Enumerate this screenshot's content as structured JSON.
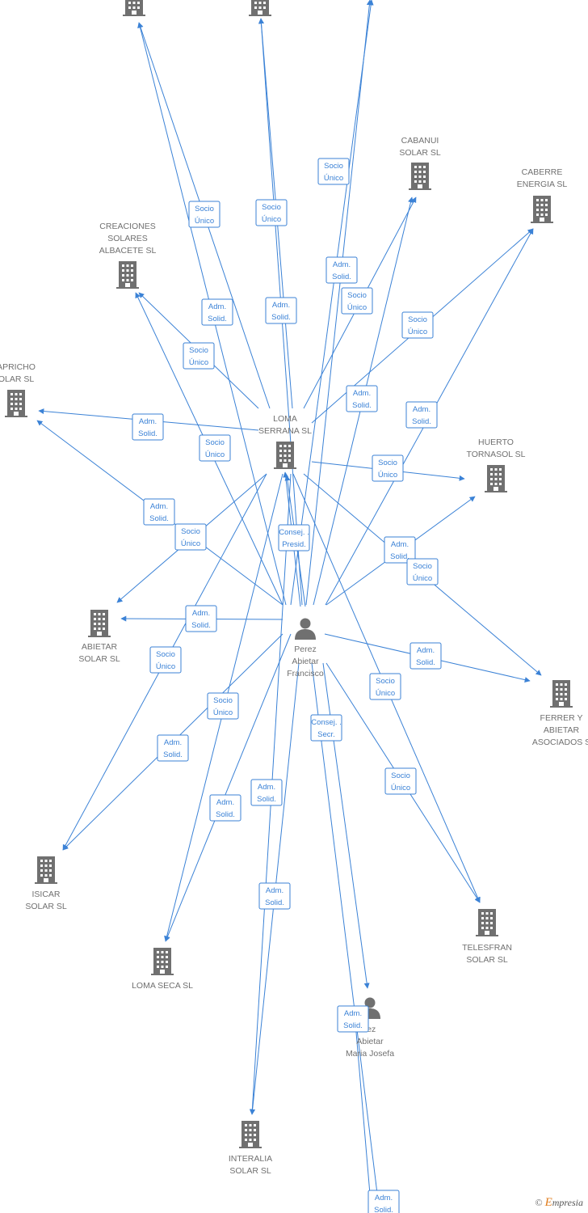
{
  "colors": {
    "edge": "#3b82d6",
    "node": "#707070",
    "label_text": "#707070",
    "brand_orange": "#e07b1a"
  },
  "nodes": [
    {
      "id": "top1",
      "type": "company",
      "label": []
    },
    {
      "id": "top2",
      "type": "company",
      "label": []
    },
    {
      "id": "cabanui",
      "type": "company",
      "label": [
        "CABANUI",
        "SOLAR  SL"
      ]
    },
    {
      "id": "caberre",
      "type": "company",
      "label": [
        "CABERRE",
        "ENERGIA  SL"
      ]
    },
    {
      "id": "creaciones",
      "type": "company",
      "label": [
        "CREACIONES",
        "SOLARES",
        "ALBACETE  SL"
      ]
    },
    {
      "id": "capricho",
      "type": "company",
      "label": [
        "APRICHO",
        "OLAR  SL"
      ]
    },
    {
      "id": "loma_serrana",
      "type": "company",
      "label": [
        "LOMA",
        "SERRANA SL"
      ]
    },
    {
      "id": "huerto",
      "type": "company",
      "label": [
        "HUERTO",
        "TORNASOL  SL"
      ]
    },
    {
      "id": "abietar",
      "type": "company",
      "label": [
        "ABIETAR",
        "SOLAR  SL"
      ]
    },
    {
      "id": "ferrer",
      "type": "company",
      "label": [
        "FERRER Y",
        "ABIETAR",
        "ASOCIADOS  S"
      ]
    },
    {
      "id": "isicar",
      "type": "company",
      "label": [
        "ISICAR",
        "SOLAR  SL"
      ]
    },
    {
      "id": "loma_seca",
      "type": "company",
      "label": [
        "LOMA SECA  SL"
      ]
    },
    {
      "id": "telesfran",
      "type": "company",
      "label": [
        "TELESFRAN",
        "SOLAR  SL"
      ]
    },
    {
      "id": "interalia",
      "type": "company",
      "label": [
        "INTERALIA",
        "SOLAR  SL"
      ]
    },
    {
      "id": "perez_francisco",
      "type": "person",
      "label": [
        "Perez",
        "Abietar",
        "Francisco"
      ]
    },
    {
      "id": "perez_maria",
      "type": "person",
      "label": [
        "rez",
        "Abietar",
        "Maria Josefa"
      ]
    }
  ],
  "edge_labels": [
    {
      "lines": [
        "Socio",
        "Único"
      ]
    },
    {
      "lines": [
        "Socio",
        "Único"
      ]
    },
    {
      "lines": [
        "Socio",
        "Único"
      ]
    },
    {
      "lines": [
        "Adm.",
        "Solid."
      ]
    },
    {
      "lines": [
        "Socio",
        "Único"
      ]
    },
    {
      "lines": [
        "Adm.",
        "Solid."
      ]
    },
    {
      "lines": [
        "Adm.",
        "Solid."
      ]
    },
    {
      "lines": [
        "Socio",
        "Único"
      ]
    },
    {
      "lines": [
        "Socio",
        "Único"
      ]
    },
    {
      "lines": [
        "Adm.",
        "Solid."
      ]
    },
    {
      "lines": [
        "Adm.",
        "Solid."
      ]
    },
    {
      "lines": [
        "Socio",
        "Único"
      ]
    },
    {
      "lines": [
        "Adm.",
        "Solid."
      ]
    },
    {
      "lines": [
        "Socio",
        "Único"
      ]
    },
    {
      "lines": [
        "Adm.",
        "Solid."
      ]
    },
    {
      "lines": [
        "Socio",
        "Único"
      ]
    },
    {
      "lines": [
        "Consej. .",
        "Presid."
      ]
    },
    {
      "lines": [
        "Adm.",
        "Solid."
      ]
    },
    {
      "lines": [
        "Socio",
        "Único"
      ]
    },
    {
      "lines": [
        "Adm.",
        "Solid."
      ]
    },
    {
      "lines": [
        "Adm.",
        "Solid."
      ]
    },
    {
      "lines": [
        "Socio",
        "Único"
      ]
    },
    {
      "lines": [
        "Socio",
        "Único"
      ]
    },
    {
      "lines": [
        "Socio",
        "Único"
      ]
    },
    {
      "lines": [
        "Consej. .",
        "Secr."
      ]
    },
    {
      "lines": [
        "Adm.",
        "Solid."
      ]
    },
    {
      "lines": [
        "Adm.",
        "Solid."
      ]
    },
    {
      "lines": [
        "Adm.",
        "Solid."
      ]
    },
    {
      "lines": [
        "Socio",
        "Único"
      ]
    },
    {
      "lines": [
        "Adm.",
        "Solid."
      ]
    },
    {
      "lines": [
        "Adm.",
        "Solid."
      ]
    },
    {
      "lines": [
        "Adm.",
        "Solid."
      ]
    },
    {
      "lines": [
        "Adm."
      ]
    }
  ],
  "logo": {
    "copyright": "©",
    "brand_initial": "E",
    "brand_rest": "mpresia"
  }
}
